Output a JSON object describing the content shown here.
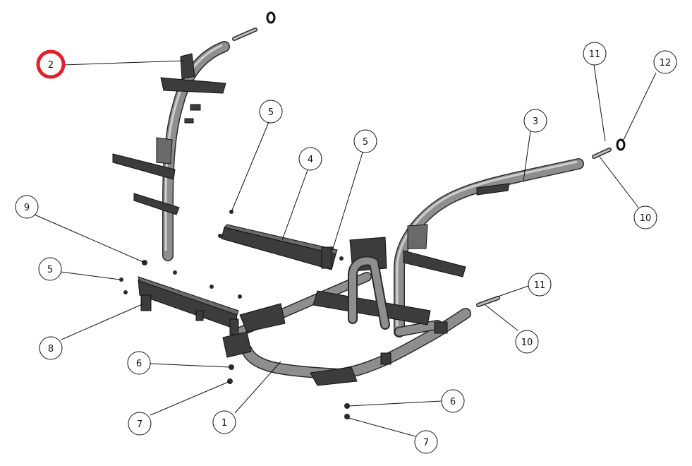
{
  "highlight_color": "#e3202a",
  "balloons": [
    {
      "id": "b2-highlight",
      "label": "2"
    },
    {
      "id": "b11-top",
      "label": "11"
    },
    {
      "id": "b12",
      "label": "12"
    },
    {
      "id": "b5-a",
      "label": "5"
    },
    {
      "id": "b3",
      "label": "3"
    },
    {
      "id": "b4",
      "label": "4"
    },
    {
      "id": "b5-b",
      "label": "5"
    },
    {
      "id": "b10-top",
      "label": "10"
    },
    {
      "id": "b9",
      "label": "9"
    },
    {
      "id": "b5-c",
      "label": "5"
    },
    {
      "id": "b11-mid",
      "label": "11"
    },
    {
      "id": "b8",
      "label": "8"
    },
    {
      "id": "b10-mid",
      "label": "10"
    },
    {
      "id": "b6-left",
      "label": "6"
    },
    {
      "id": "b7-left",
      "label": "7"
    },
    {
      "id": "b1",
      "label": "1"
    },
    {
      "id": "b6-right",
      "label": "6"
    },
    {
      "id": "b7-right",
      "label": "7"
    }
  ]
}
